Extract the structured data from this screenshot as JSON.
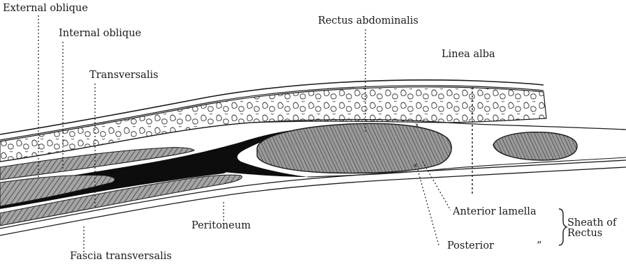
{
  "labels": {
    "external_oblique": "External oblique",
    "internal_oblique": "Internal oblique",
    "transversalis": "Transversalis",
    "rectus_abdominalis": "Rectus abdominalis",
    "linea_alba": "Linea alba",
    "peritoneum": "Peritoneum",
    "fascia_transversalis": "Fascia transversalis",
    "anterior_lamella": "Anterior lamella",
    "posterior": "Posterior",
    "posterior_ditto": "“",
    "sheath_line1": "Sheath of",
    "sheath_line2": "Rectus"
  },
  "colors": {
    "ink": "#1a1a1a",
    "paper": "#ffffff",
    "muscle_fill": "#8a8a8a",
    "fascia_fill": "#0d0d0d"
  }
}
